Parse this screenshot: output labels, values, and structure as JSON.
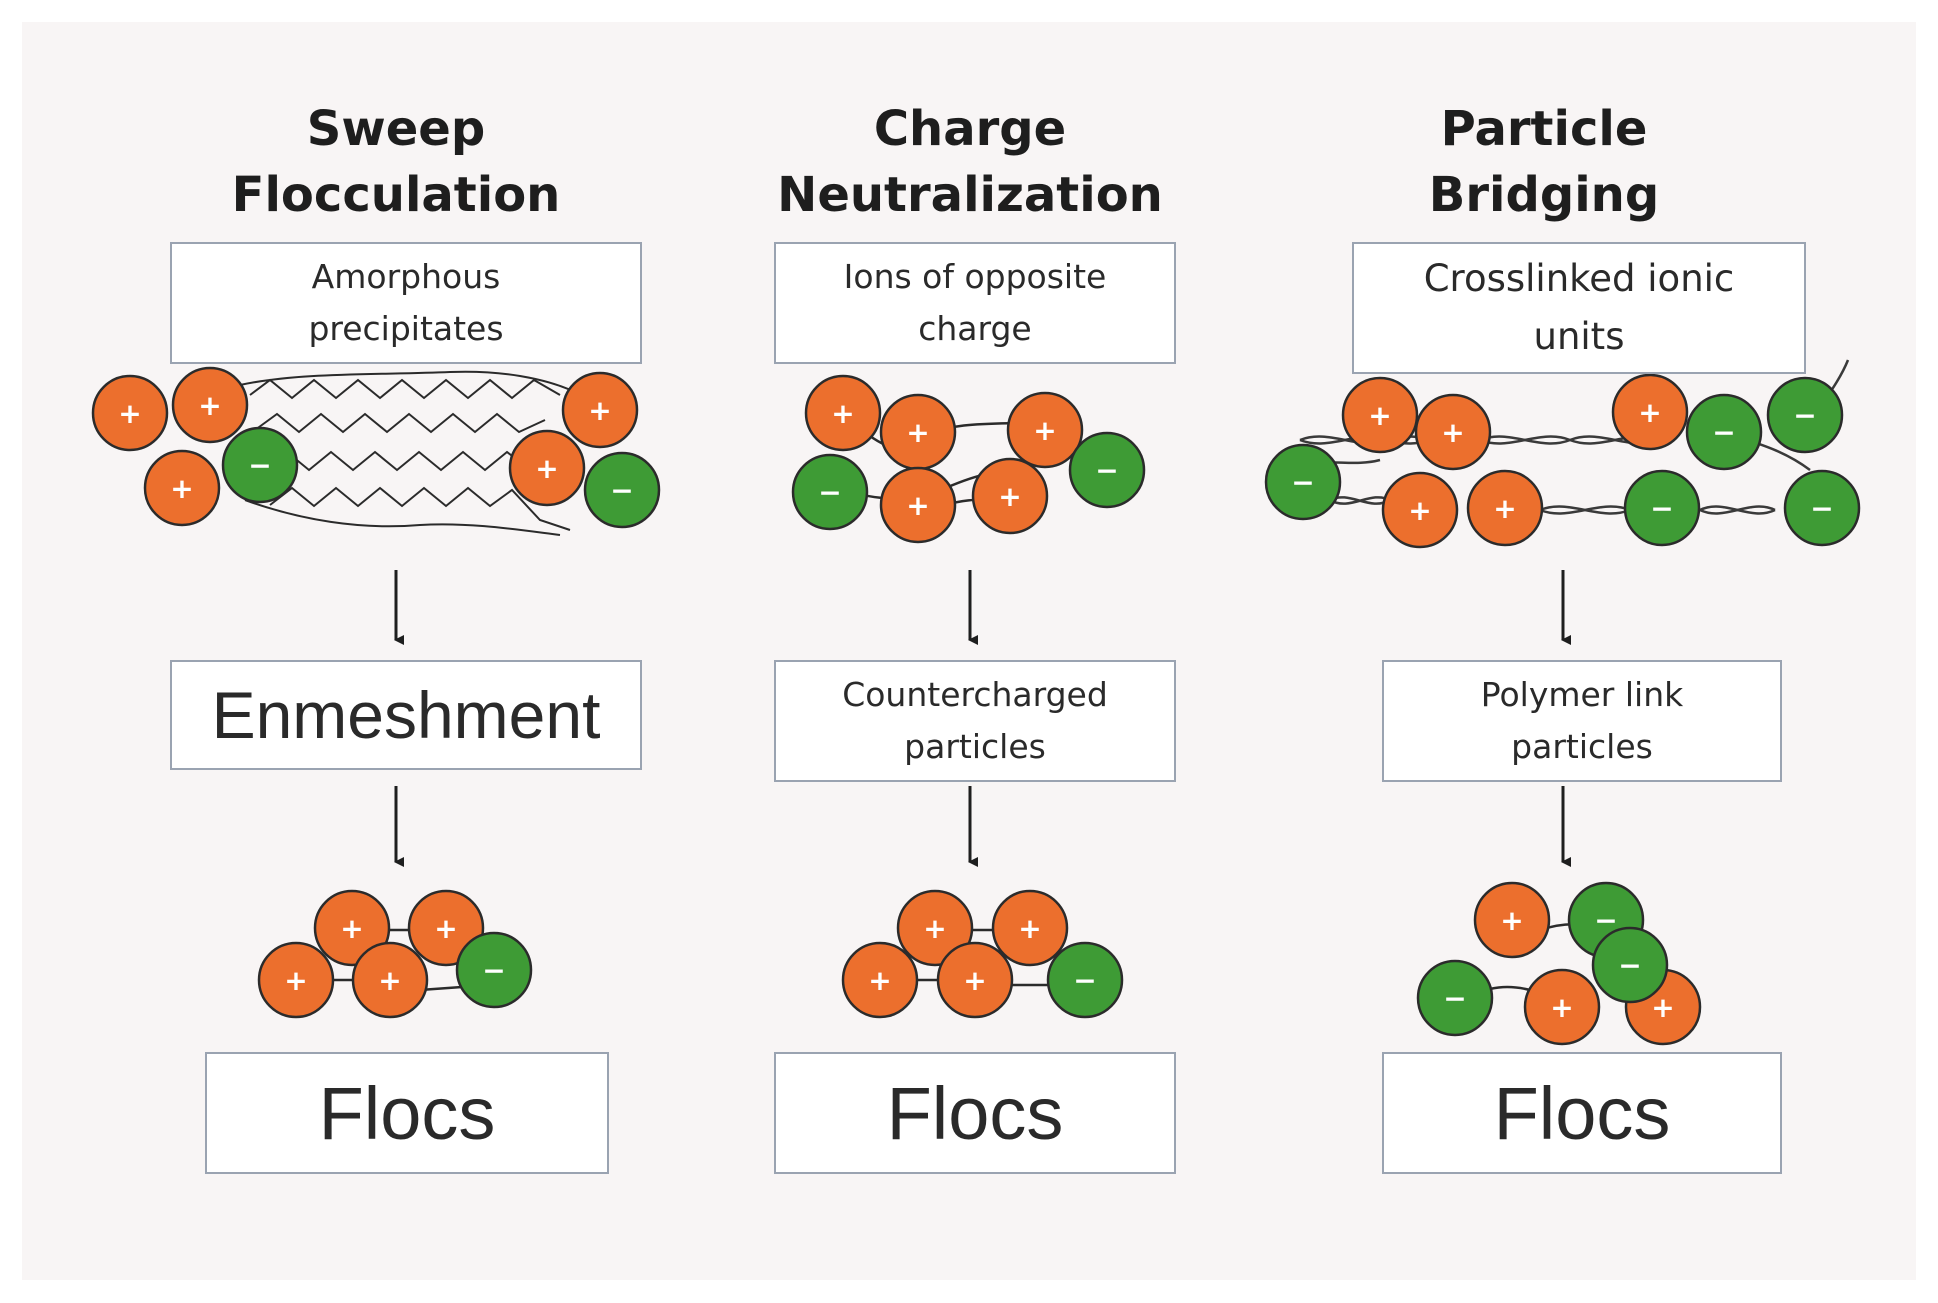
{
  "columns": [
    {
      "title_line1": "Sweep",
      "title_line2": "Flocculation",
      "box1_line1": "Amorphous",
      "box1_line2": "precipitates",
      "box2": "Enmeshment",
      "box3": "Flocs"
    },
    {
      "title_line1": "Charge",
      "title_line2": "Neutralization",
      "box1_line1": "Ions of opposite",
      "box1_line2": "charge",
      "box2_line1": "Countercharged",
      "box2_line2": "particles",
      "box3": "Flocs"
    },
    {
      "title_line1": "Particle",
      "title_line2": "Bridging",
      "box1_line1": "Crosslinked ionic",
      "box1_line2": "units",
      "box2_line1": "Polymer link",
      "box2_line2": "particles",
      "box3": "Flocs"
    }
  ],
  "symbols": {
    "positive": "+",
    "negative": "−"
  },
  "colors": {
    "positive_fill": "#ec6f2d",
    "negative_fill": "#3e9b35",
    "outline": "#2b2b2b",
    "box_border": "#9aa3b1"
  }
}
